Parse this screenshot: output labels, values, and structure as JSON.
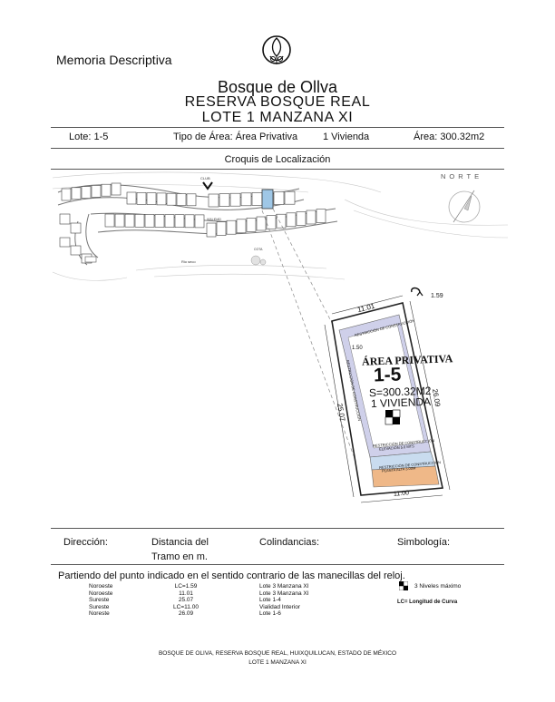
{
  "header": {
    "memoria": "Memoria Descriptiva",
    "project": "Bosque de Ollva",
    "subtitle": "RESERVA BOSQUE REAL",
    "lot": "LOTE 1 MANZANA XI"
  },
  "info": {
    "lote": "Lote: 1-5",
    "tipo": "Tipo de Área: Área Privativa",
    "vivienda": "1 Vivienda",
    "area": "Área: 300.32m2"
  },
  "croquis_title": "Croquis de Localización",
  "compass": "NORTE",
  "map": {
    "label_rio": "Rio seco",
    "label_top": "CLUB",
    "label_mid": "VIALIDAD",
    "label_lower": "COTA"
  },
  "plan": {
    "title": "ÁREA PRIVATIVA",
    "lot_number": "1-5",
    "area": "S=300.32M2",
    "units": "1 VIVIENDA",
    "dim_top": "11.01",
    "dim_corner": "1.59",
    "dim_bottom": "11.00",
    "dim_left": "25.07",
    "dim_right": "26.09",
    "dim_setback": "1.50",
    "restriction_top": "RESTRICCIÓN DE CONSTRUCCIÓN",
    "restriction_left": "RESTRICCIÓN DE CONSTRUCCIÓN",
    "restriction_bottom": "RESTRICCIÓN DE CONSTRUCCIÓN",
    "restriction_bottom_2": "ELEVACIÓN 5.0 MTS",
    "restriction_strip": "RESTRICCIÓN DE CONSTRUCCIÓN",
    "restriction_strip_2": "PLANTA ALTA 3.00M"
  },
  "table_header": {
    "direccion": "Dirección:",
    "distancia_1": "Distancia del",
    "distancia_2": "Tramo en m.",
    "colindancias": "Colindancias:",
    "simbologia": "Simbología:"
  },
  "instruction": "Partiendo del punto indicado en el sentido contrario de las manecillas del reloj.",
  "rows": [
    {
      "dir": "Noroeste",
      "dist": "LC=1.59",
      "col": "Lote 3 Manzana XI"
    },
    {
      "dir": "Noroeste",
      "dist": "11.01",
      "col": "Lote 3 Manzana XI"
    },
    {
      "dir": "Sureste",
      "dist": "25.07",
      "col": "Lote 1-4"
    },
    {
      "dir": "Sureste",
      "dist": "LC=11.00",
      "col": "Vialidad Interior"
    },
    {
      "dir": "Noreste",
      "dist": "26.09",
      "col": "Lote 1-6"
    }
  ],
  "symbology": {
    "levels": "3 Niveles máximo",
    "lc": "LC= Longitud de Curva"
  },
  "footer": {
    "line1": "BOSQUE DE OLIVA, RESERVA BOSQUE REAL, HUIXQUILUCAN, ESTADO DE MÉXICO",
    "line2": "LOTE 1 MANZANA XI"
  },
  "colors": {
    "lot_fill": "#cfd0ea",
    "highlight_lot": "#9fc7e6",
    "setback_orange": "#efb888",
    "setback_blue": "#c9dcef"
  }
}
